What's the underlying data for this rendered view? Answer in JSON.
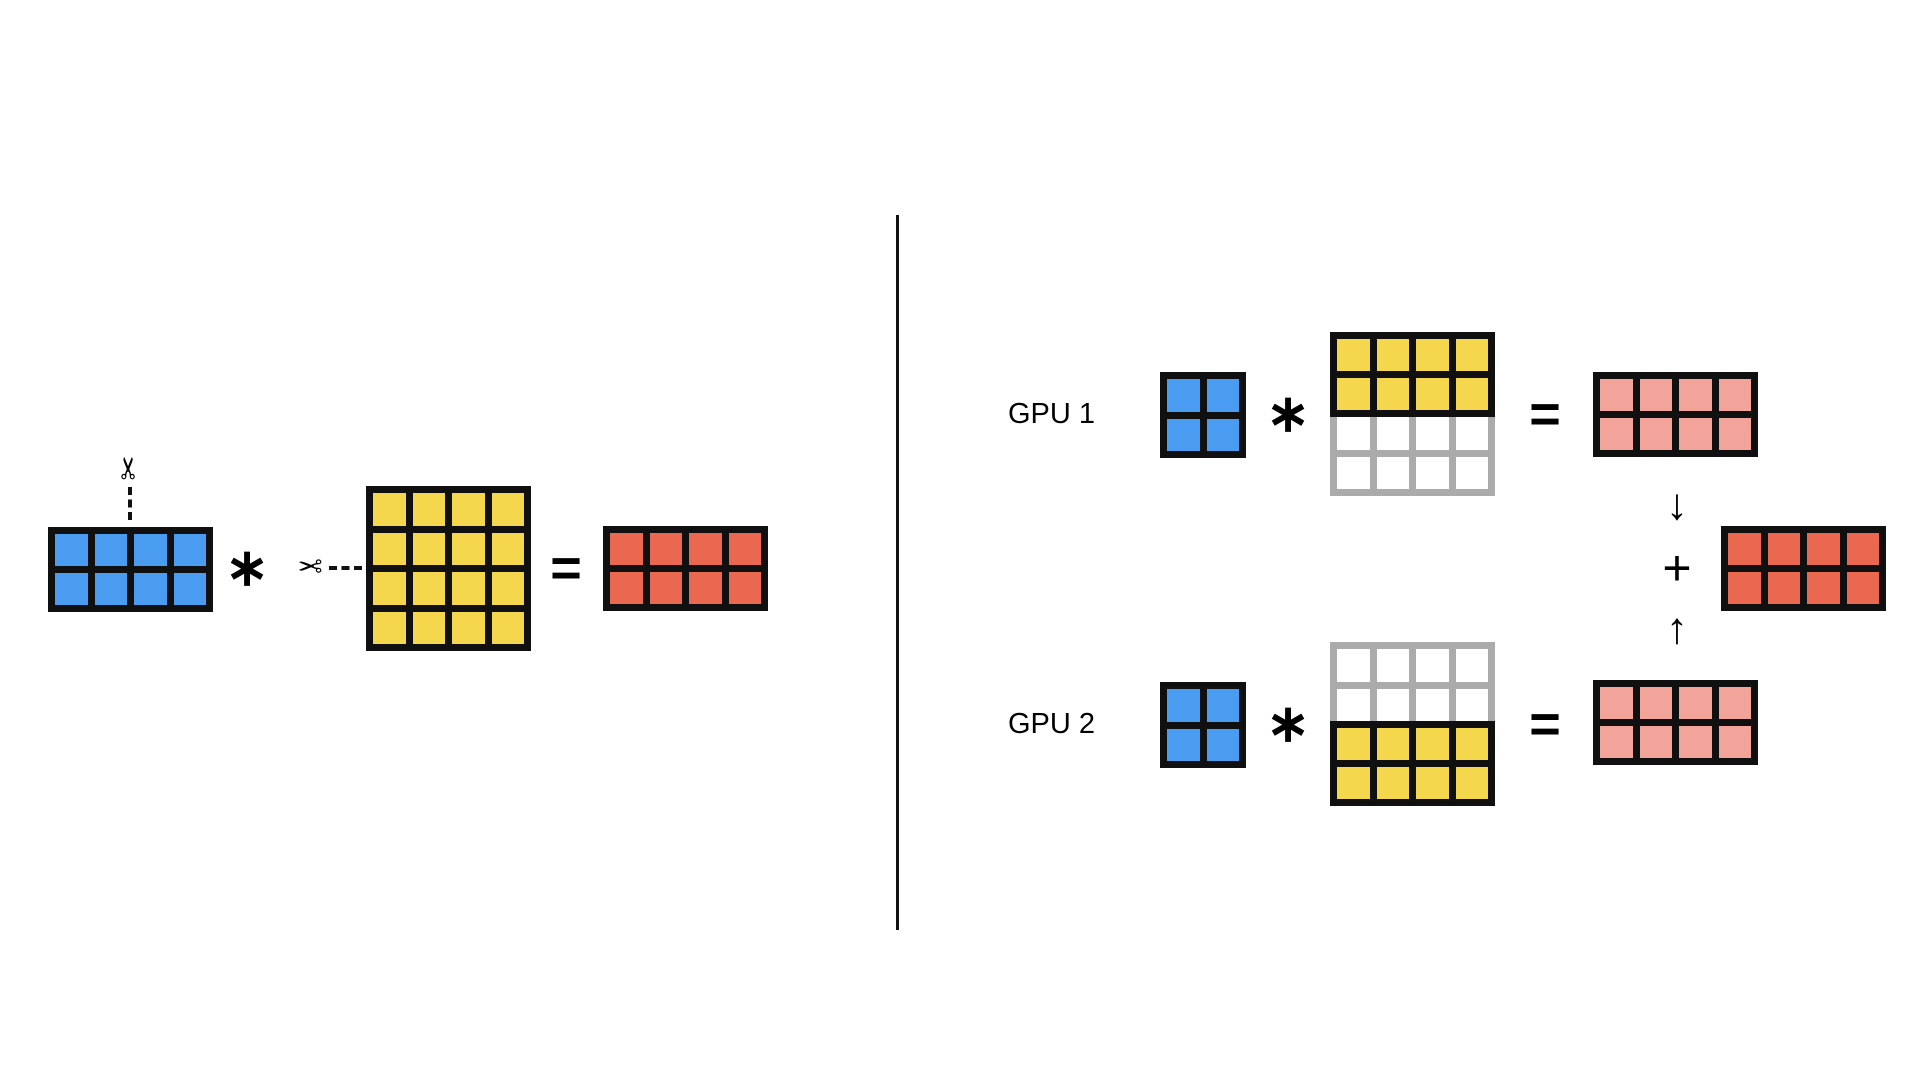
{
  "colors": {
    "blue": "#4a9cf0",
    "yellow": "#f5d74d",
    "red": "#ea6750",
    "pink": "#f2a49a",
    "white": "#ffffff",
    "black_line": "#101010",
    "gray_line": "#ababab",
    "text": "#000000"
  },
  "ops": {
    "multiply": "∗",
    "equals": "=",
    "plus": "+",
    "arrow_down": "↓",
    "arrow_up": "↑",
    "scissors": "✂"
  },
  "left": {
    "matrix_a": {
      "rows": 2,
      "cols": 4,
      "cells": "blue",
      "lines": "black_line"
    },
    "matrix_b": {
      "rows": 4,
      "cols": 4,
      "cells": "yellow",
      "lines": "black_line"
    },
    "matrix_c": {
      "rows": 2,
      "cols": 4,
      "cells": "red",
      "lines": "black_line"
    }
  },
  "right": {
    "gpu1": {
      "label": "GPU 1",
      "matrix_a": {
        "rows": 2,
        "cols": 2,
        "cells": "blue",
        "lines": "black_line"
      },
      "matrix_b_active": {
        "rows": 2,
        "cols": 4,
        "cells": "yellow",
        "lines": "black_line"
      },
      "matrix_b_inactive": {
        "rows": 2,
        "cols": 4,
        "cells": "white",
        "lines": "gray_line"
      },
      "matrix_partial": {
        "rows": 2,
        "cols": 4,
        "cells": "pink",
        "lines": "black_line"
      }
    },
    "gpu2": {
      "label": "GPU 2",
      "matrix_a": {
        "rows": 2,
        "cols": 2,
        "cells": "blue",
        "lines": "black_line"
      },
      "matrix_b_inactive": {
        "rows": 2,
        "cols": 4,
        "cells": "white",
        "lines": "gray_line"
      },
      "matrix_b_active": {
        "rows": 2,
        "cols": 4,
        "cells": "yellow",
        "lines": "black_line"
      },
      "matrix_partial": {
        "rows": 2,
        "cols": 4,
        "cells": "pink",
        "lines": "black_line"
      }
    },
    "matrix_sum": {
      "rows": 2,
      "cols": 4,
      "cells": "red",
      "lines": "black_line"
    }
  }
}
